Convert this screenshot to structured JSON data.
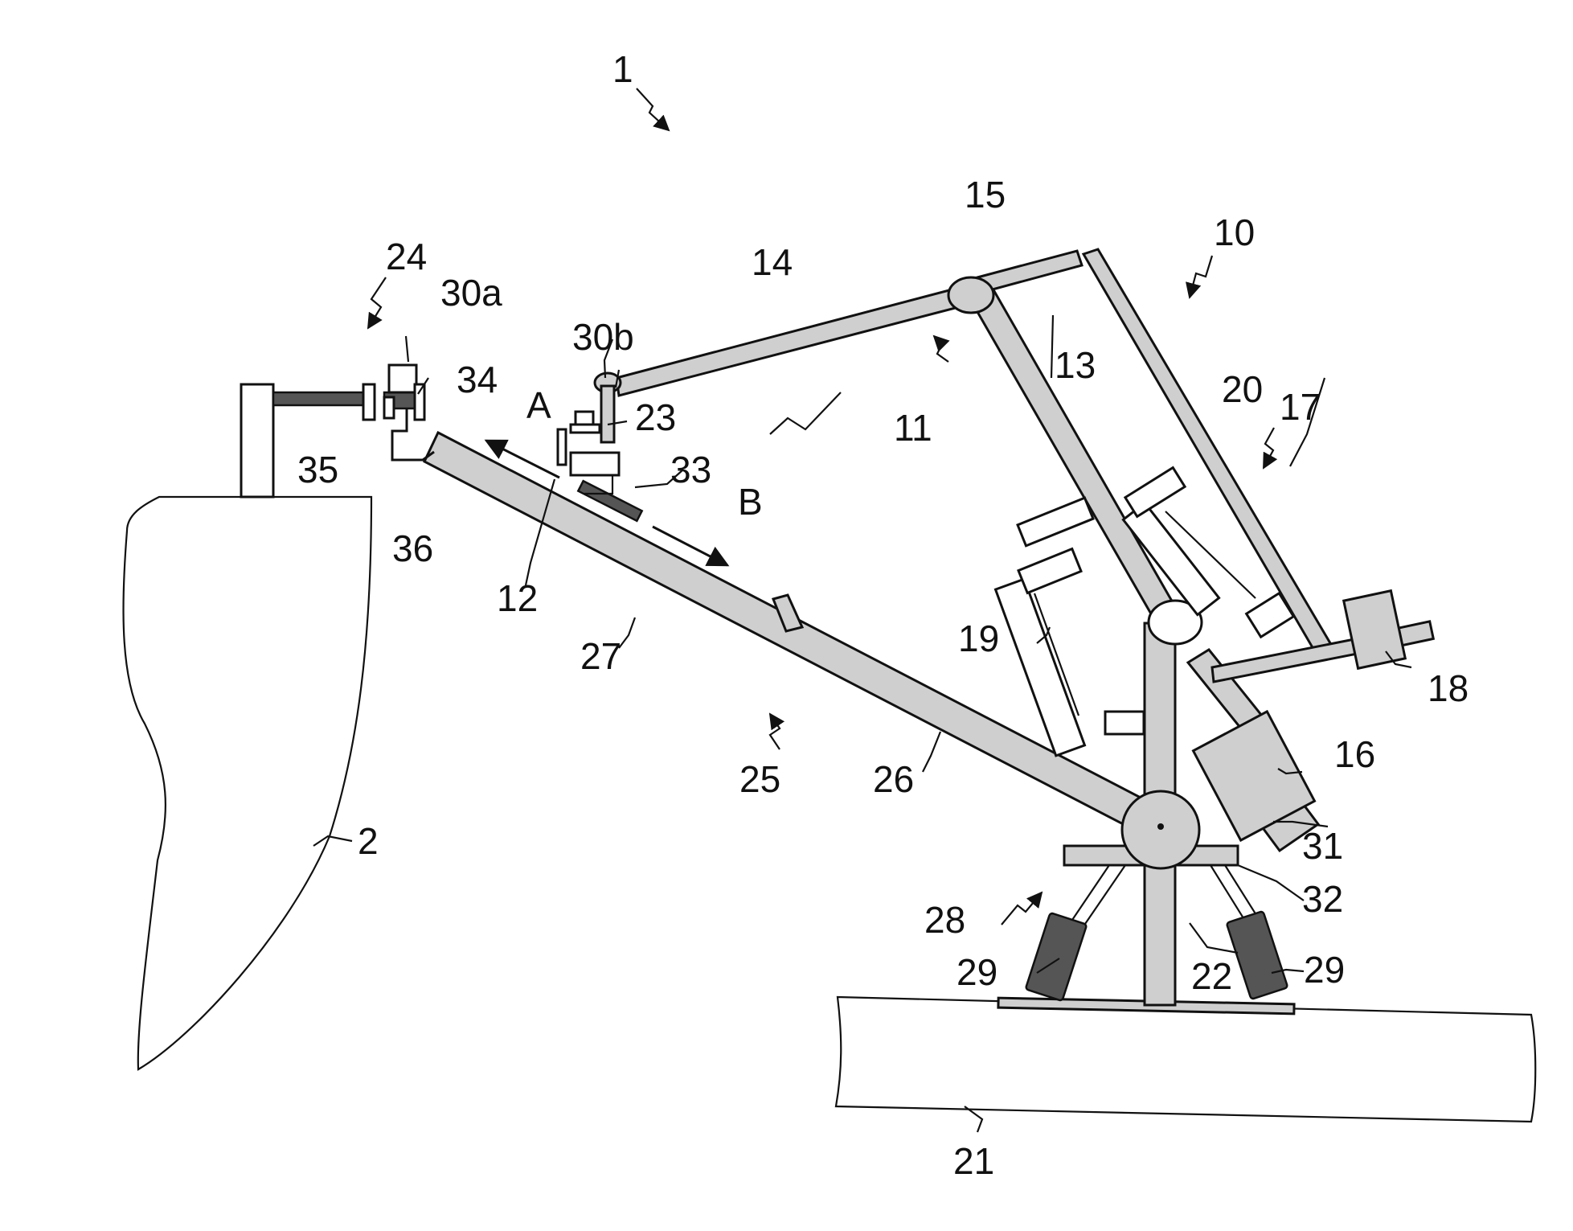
{
  "labels": {
    "l1": "1",
    "l2": "2",
    "l10": "10",
    "l11": "11",
    "l12": "12",
    "l13": "13",
    "l14": "14",
    "l15": "15",
    "l16": "16",
    "l17": "17",
    "l18": "18",
    "l19": "19",
    "l20": "20",
    "l21": "21",
    "l22": "22",
    "l23": "23",
    "l24": "24",
    "l25": "25",
    "l26": "26",
    "l27": "27",
    "l28": "28",
    "l29a": "29",
    "l29b": "29",
    "l30a": "30a",
    "l30b": "30b",
    "l31": "31",
    "l32": "32",
    "l33": "33",
    "l34": "34",
    "l35": "35",
    "l36": "36",
    "lA": "A",
    "lB": "B"
  },
  "colors": {
    "line": "#111111",
    "part_fill": "#cfcfcf",
    "dark_fill": "#555555",
    "background": "#ffffff"
  }
}
